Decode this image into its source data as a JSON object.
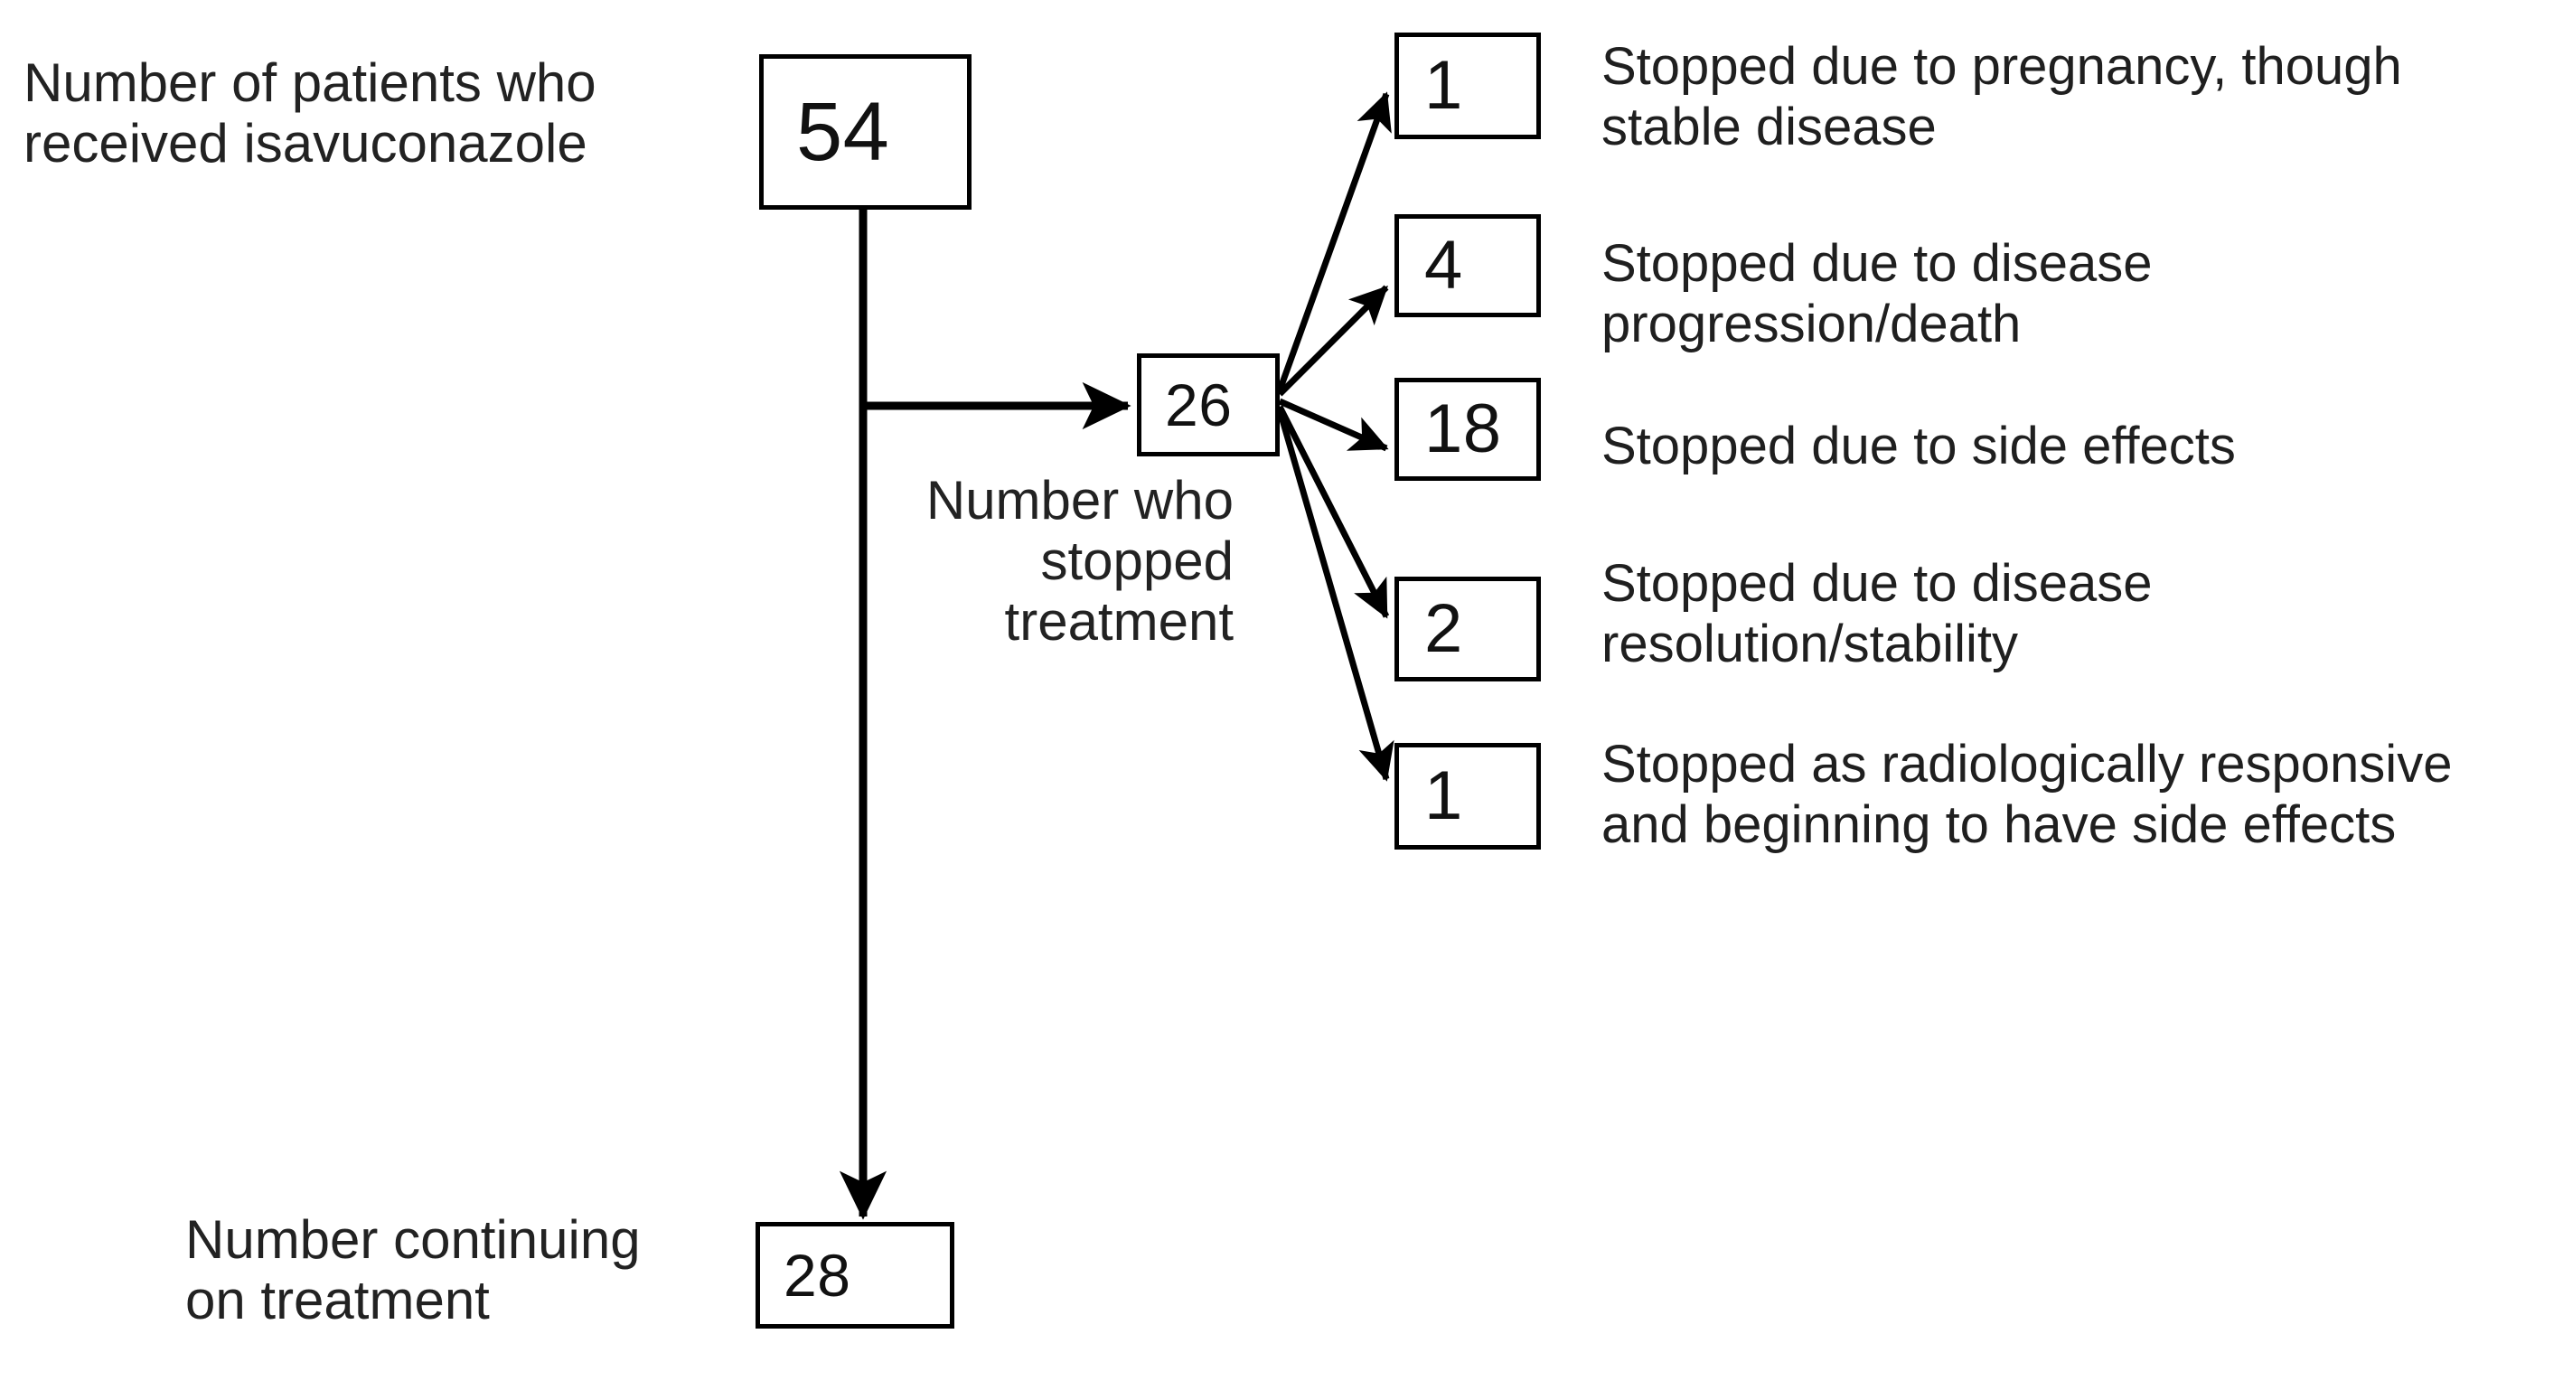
{
  "diagram": {
    "title_caption": "Number of patients who\nreceived isavuconazole",
    "branch_caption": "Number who\nstopped\ntreatment",
    "continuing_caption": "Number continuing\non treatment",
    "nodes": {
      "total": "54",
      "stopped": "26",
      "continuing": "28"
    },
    "outcomes": [
      {
        "count": "1",
        "label": "Stopped due to pregnancy, though\nstable disease"
      },
      {
        "count": "4",
        "label": "Stopped due to disease\n  progression/death"
      },
      {
        "count": "18",
        "label": "  Stopped due to side effects"
      },
      {
        "count": "2",
        "label": "Stopped due to disease\n  resolution/stability"
      },
      {
        "count": "1",
        "label": "Stopped as radiologically responsive\nand beginning to have side effects"
      }
    ],
    "colors": {
      "stroke": "#000000",
      "text": "#1a1a1a",
      "background": "#ffffff"
    }
  }
}
